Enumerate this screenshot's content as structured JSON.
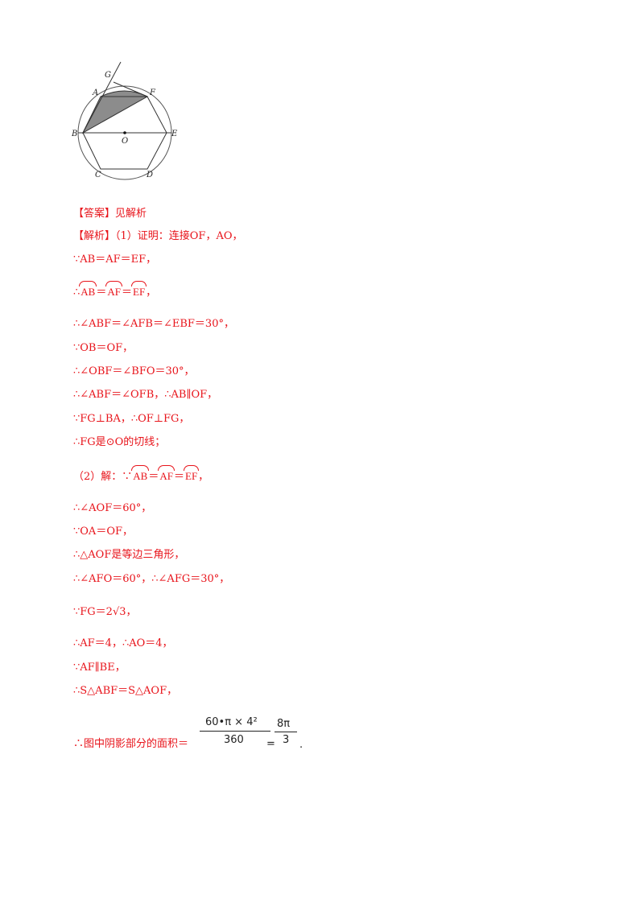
{
  "figure_labels": {
    "G": "G",
    "A": "A",
    "F": "F",
    "B": "B",
    "O": "O",
    "E": "E",
    "C": "C",
    "D": "D"
  },
  "answer": "【答案】见解析",
  "lines": [
    "【解析】（1）证明：连接OF，AO，",
    "∵AB＝AF＝EF，",
    "∴",
    "∴∠ABF＝∠AFB＝∠EBF＝30°，",
    "∵OB＝OF，",
    "∴∠OBF＝∠BFO＝30°，",
    "∴∠ABF＝∠OFB，∴AB∥OF，",
    "∵FG⊥BA，∴OF⊥FG，",
    "∴FG是⊙O的切线；",
    "（2）解：∵",
    "∴∠AOF＝60°，",
    "∵OA＝OF，",
    "∴△AOF是等边三角形，",
    "∴∠AFO＝60°，∴∠AFG＝30°，",
    "∵FG＝2√3，",
    "∴AF＝4，∴AO＝4，",
    "∵AF∥BE，",
    "∴S△ABF＝S△AOF，",
    "∴图中阴影部分的面积＝"
  ],
  "arcs": [
    "AB",
    "AF",
    "EF"
  ],
  "fraction1": {
    "numerator": "60•π × 4²",
    "denominator": "360"
  },
  "fraction2": {
    "numerator": "8π",
    "denominator": "3"
  },
  "colors": {
    "text": "#e8141b",
    "figure": "#333333",
    "shade": "#8c8c8c"
  }
}
